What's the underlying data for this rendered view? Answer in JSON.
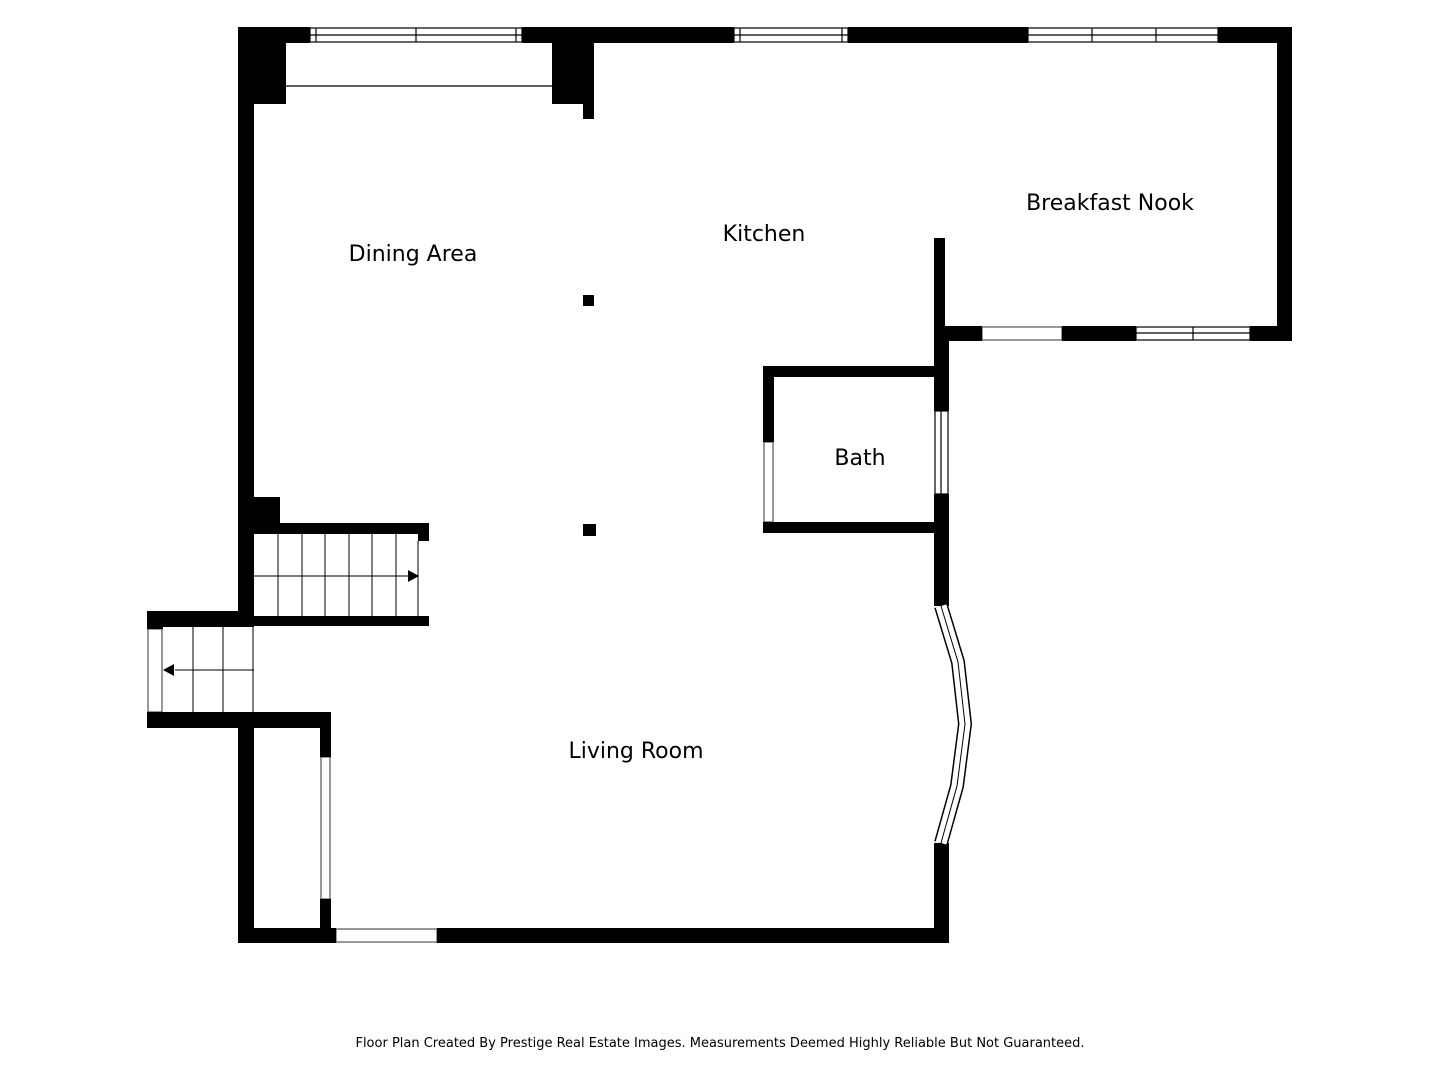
{
  "rooms": {
    "dining_area": "Dining Area",
    "kitchen": "Kitchen",
    "breakfast_nook": "Breakfast Nook",
    "bath": "Bath",
    "living_room": "Living Room"
  },
  "footer": "Floor Plan Created By Prestige Real Estate Images. Measurements Deemed Highly Reliable But Not Guaranteed.",
  "colors": {
    "wall": "#000000",
    "background": "#ffffff"
  }
}
